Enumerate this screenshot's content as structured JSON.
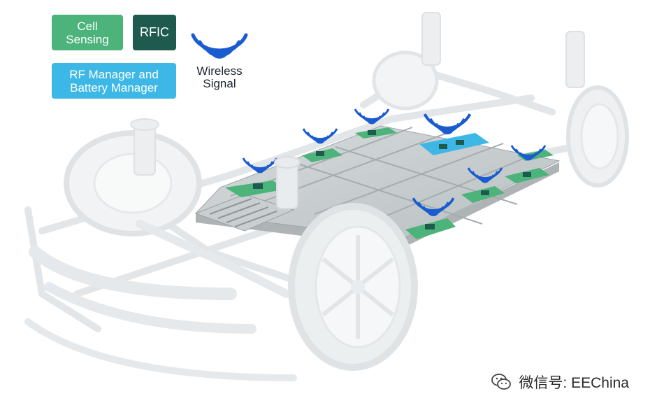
{
  "legend": {
    "cell_sensing": {
      "label": "Cell\nSensing",
      "color": "#4cb37a"
    },
    "rfic": {
      "label": "RFIC",
      "color": "#1f5a4f"
    },
    "rf_battery_manager": {
      "label": "RF Manager and\nBattery Manager",
      "color": "#3db8e6"
    },
    "wireless_signal": {
      "label": "Wireless\nSignal",
      "color": "#1a5cd0"
    }
  },
  "watermark": {
    "text": "微信号: EEChina",
    "icon": "wechat-icon"
  }
}
